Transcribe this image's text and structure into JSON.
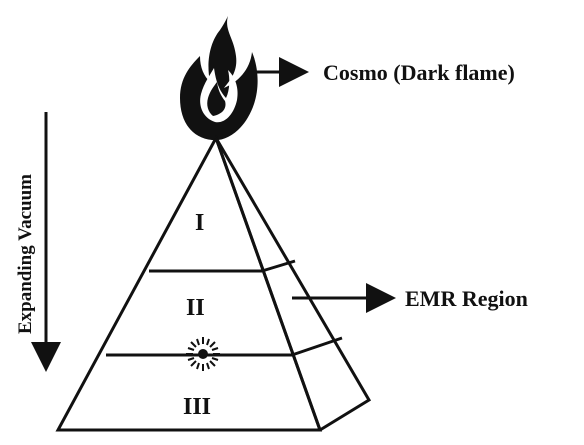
{
  "diagram": {
    "top_label": "Cosmo (Dark flame)",
    "side_label": "EMR Region",
    "axis_label": "Expanding Vacuum",
    "sections": [
      {
        "label": "I"
      },
      {
        "label": "II"
      },
      {
        "label": "III"
      }
    ]
  },
  "icons": {
    "flame": "flame-icon",
    "star": "sun-burst-icon"
  },
  "colors": {
    "ink": "#111111",
    "background": "#ffffff"
  }
}
